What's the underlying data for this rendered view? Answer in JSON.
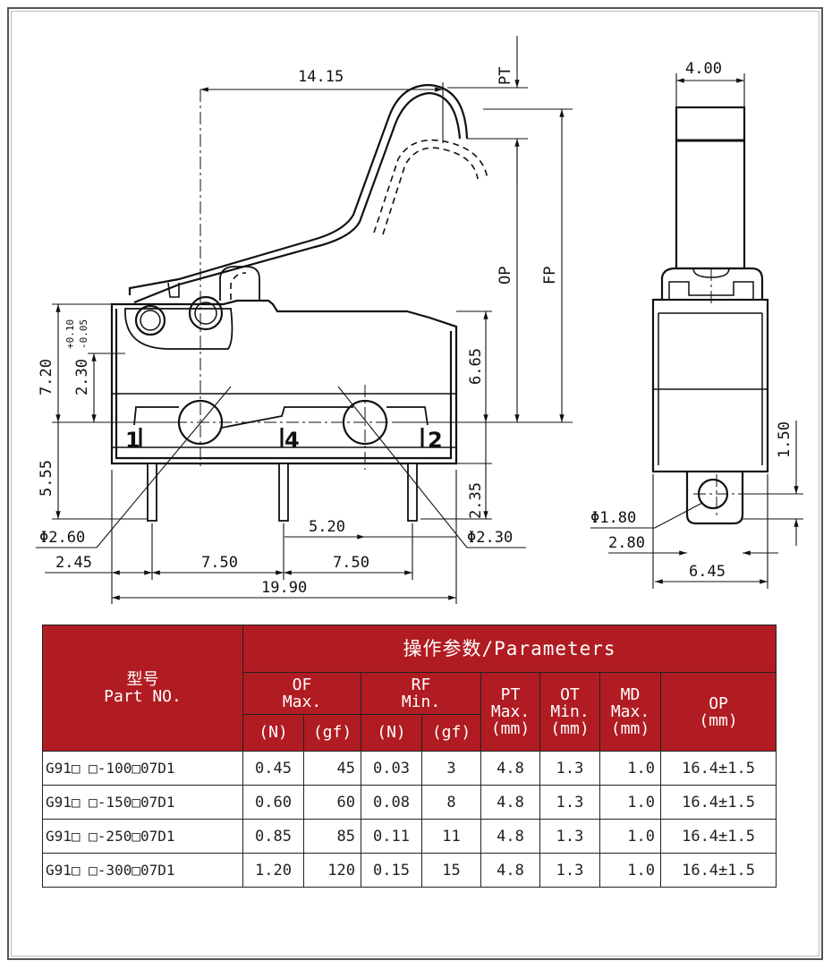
{
  "dimensions": {
    "top_width": "14.15",
    "side_top_width": "4.00",
    "pt": "PT",
    "op": "OP",
    "fp": "FP",
    "height_7_20": "7.20",
    "height_2_30": "2.30",
    "tol_plus": "+0.10",
    "tol_minus": "-0.05",
    "height_6_65": "6.65",
    "height_5_55": "5.55",
    "height_2_35": "2.35",
    "side_1_50": "1.50",
    "dia_2_60": "Φ2.60",
    "dia_2_30": "Φ2.30",
    "dia_1_80": "Φ1.80",
    "side_2_80": "2.80",
    "width_5_20": "5.20",
    "width_2_45": "2.45",
    "width_7_50_a": "7.50",
    "width_7_50_b": "7.50",
    "width_19_90": "19.90",
    "side_6_45": "6.45"
  },
  "terminals": {
    "t1": "1",
    "t4": "4",
    "t2": "2"
  },
  "table": {
    "title": "操作参数/Parameters",
    "model_header_cn": "型号",
    "model_header_en": "Part NO.",
    "col_of": "OF",
    "col_of_sub": "Max.",
    "col_rf": "RF",
    "col_rf_sub": "Min.",
    "col_pt": "PT",
    "col_pt_sub": "Max.",
    "col_ot": "OT",
    "col_ot_sub": "Min.",
    "col_md": "MD",
    "col_md_sub": "Max.",
    "col_op": "OP",
    "unit_n": "(N)",
    "unit_gf": "(gf)",
    "unit_mm": "(mm)",
    "rows": [
      {
        "model": "G91□ □-100□07D1",
        "of_n": "0.45",
        "of_gf": "45",
        "rf_n": "0.03",
        "rf_gf": "3",
        "pt": "4.8",
        "ot": "1.3",
        "md": "1.0",
        "op": "16.4±1.5"
      },
      {
        "model": "G91□ □-150□07D1",
        "of_n": "0.60",
        "of_gf": "60",
        "rf_n": "0.08",
        "rf_gf": "8",
        "pt": "4.8",
        "ot": "1.3",
        "md": "1.0",
        "op": "16.4±1.5"
      },
      {
        "model": "G91□ □-250□07D1",
        "of_n": "0.85",
        "of_gf": "85",
        "rf_n": "0.11",
        "rf_gf": "11",
        "pt": "4.8",
        "ot": "1.3",
        "md": "1.0",
        "op": "16.4±1.5"
      },
      {
        "model": "G91□ □-300□07D1",
        "of_n": "1.20",
        "of_gf": "120",
        "rf_n": "0.15",
        "rf_gf": "15",
        "pt": "4.8",
        "ot": "1.3",
        "md": "1.0",
        "op": "16.4±1.5"
      }
    ]
  },
  "colors": {
    "header_red": "#b01c22",
    "frame": "#555555"
  }
}
